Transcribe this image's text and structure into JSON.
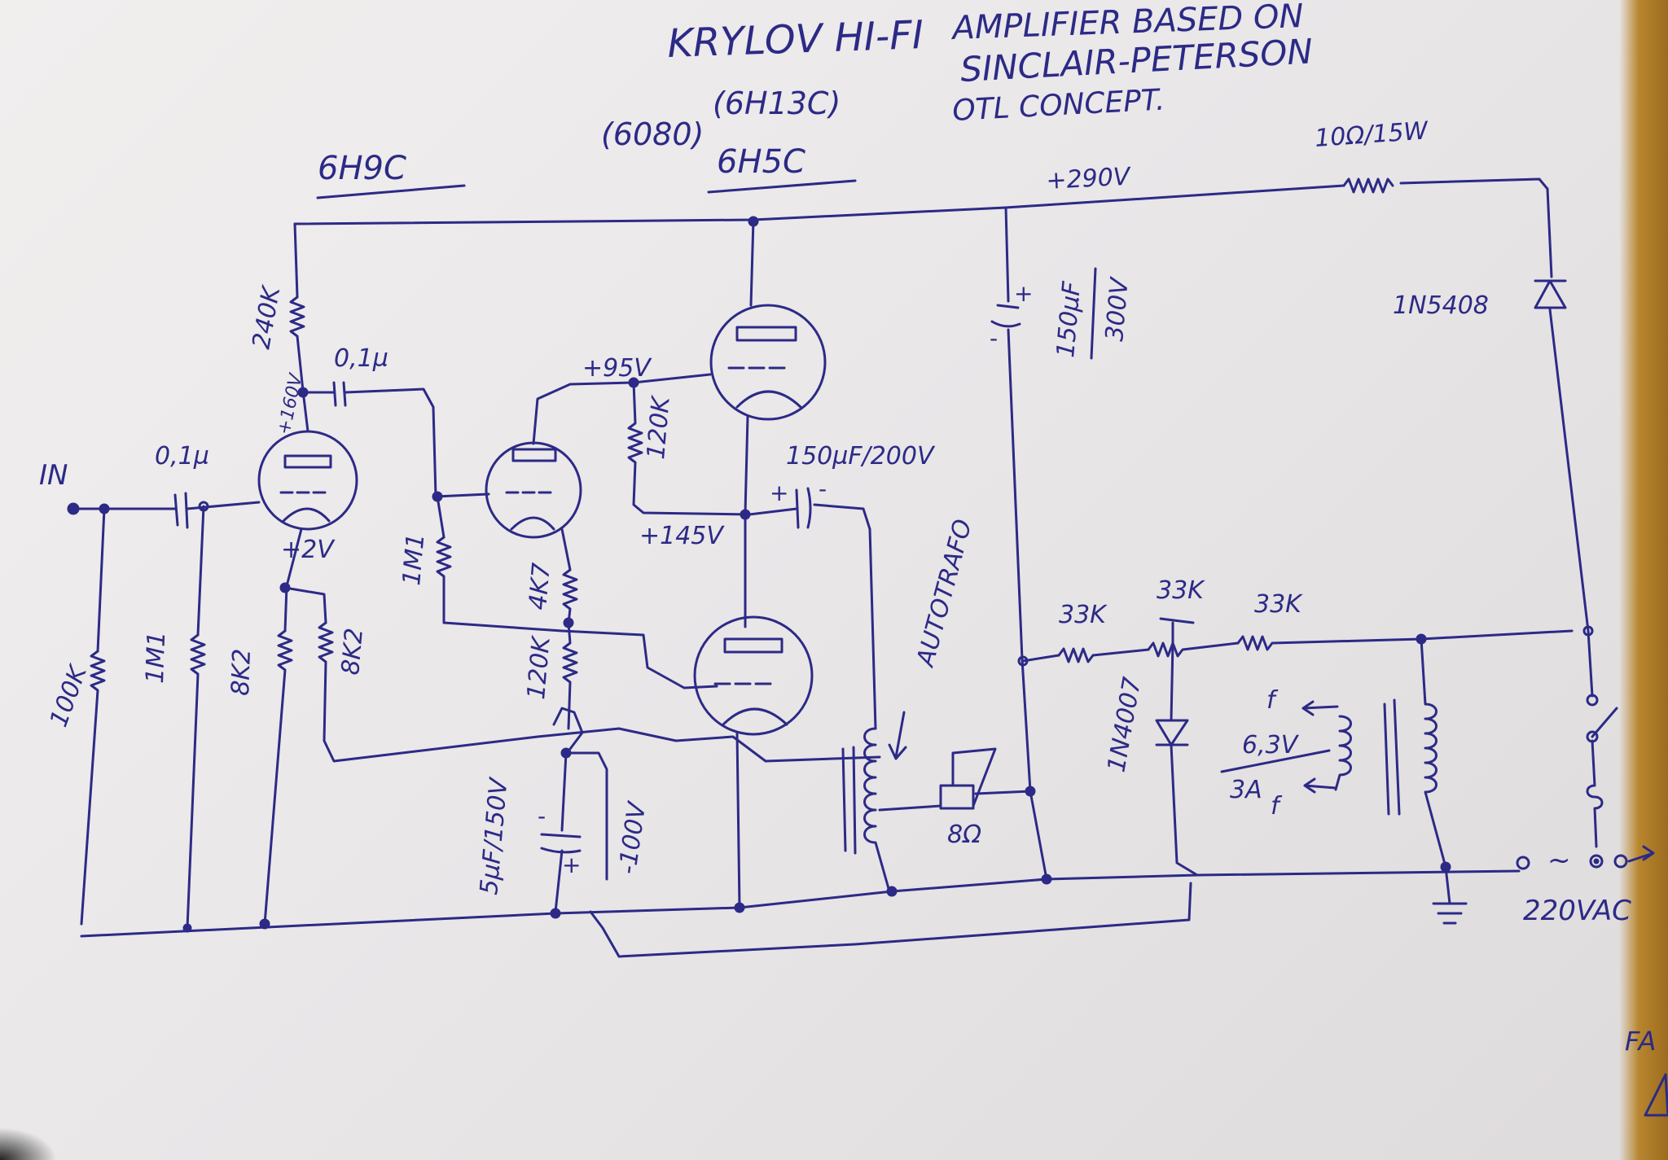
{
  "title": {
    "line1a": "KRYLOV HI-FI",
    "line1b": "AMPLIFIER BASED ON",
    "line2": "SINCLAIR-PETERSON",
    "line3": "OTL CONCEPT."
  },
  "tubes": {
    "input": "6H9C",
    "output": "6H5C",
    "output_alt1": "(6080)",
    "output_alt2": "(6H13C)"
  },
  "labels": {
    "in": "IN",
    "c_in": "0,1µ",
    "c_couple": "0,1µ",
    "r_240k": "240K",
    "v_160": "+160V",
    "v_2": "+2V",
    "v_95": "+95V",
    "r_120k_top": "120K",
    "v_145": "+145V",
    "c_150u200": "150µF/200V",
    "r_1m1_mid": "1M1",
    "r_4k7": "4K7",
    "r_120k_low": "120K",
    "r_100k": "100K",
    "r_1m1_left": "1M1",
    "r_8k2_a": "8K2",
    "r_8k2_b": "8K2",
    "c_5u": "5µF/150V",
    "v_m100": "-100V",
    "autotrafo": "AUTOTRAFO",
    "speaker": "8Ω",
    "v_290": "+290V",
    "c_150u300a": "150µF",
    "c_150u300b": "300V",
    "r_10": "10Ω/15W",
    "d_1n5408": "1N5408",
    "r_33k_a": "33K",
    "r_33k_b": "33K",
    "r_33k_c": "33K",
    "d_1n4007": "1N4007",
    "heater_f1": "f",
    "heater_v": "6,3V",
    "heater_a": "3A",
    "heater_f2": "f",
    "mains": "220VAC",
    "mains_sym": "~",
    "corner": "FA"
  },
  "colors": {
    "ink": "#2c2a86",
    "paper": "#eceaeb"
  }
}
